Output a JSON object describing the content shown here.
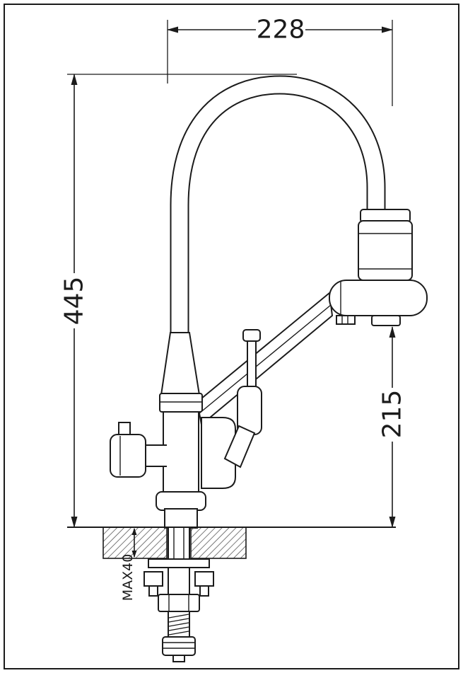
{
  "dimensions": {
    "spout_reach": {
      "label": "228"
    },
    "total_height": {
      "label": "445"
    },
    "outlet_height": {
      "label": "215"
    },
    "max_deck_thickness": {
      "label": "MAX40"
    }
  },
  "colors": {
    "line": "#1b1b1b",
    "background": "#ffffff",
    "hatch": "#5a5a5a"
  }
}
